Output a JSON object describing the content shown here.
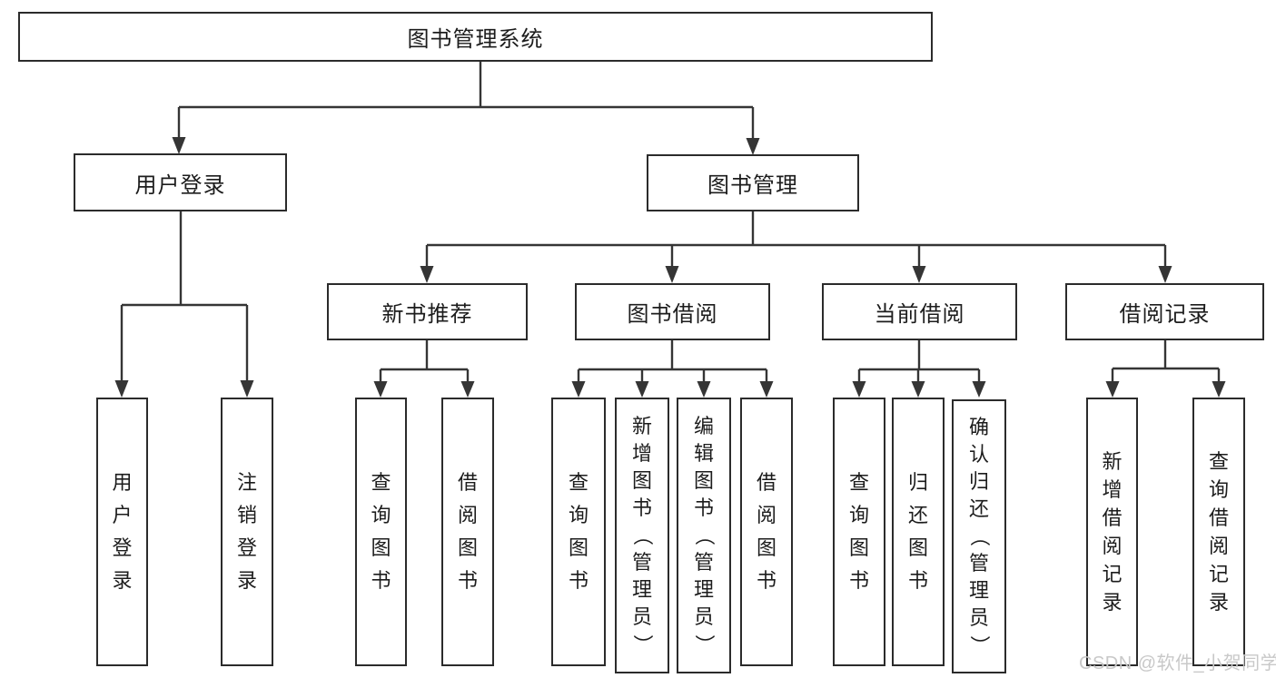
{
  "diagram_title": "图书管理系统",
  "nodes": {
    "root": "图书管理系统",
    "user_login": "用户登录",
    "book_mgmt": "图书管理",
    "new_book_rec": "新书推荐",
    "book_borrow": "图书借阅",
    "current_borrow": "当前借阅",
    "borrow_record": "借阅记录"
  },
  "leaves": {
    "user_login": "用户登录",
    "logout": "注销登录",
    "rec_query_book": "查询图书",
    "rec_borrow_book": "借阅图书",
    "bb_query_book": "查询图书",
    "bb_add_book": "新增图书（管理员）",
    "bb_edit_book": "编辑图书（管理员）",
    "bb_borrow_book": "借阅图书",
    "cb_query_book": "查询图书",
    "cb_return_book": "归还图书",
    "cb_confirm_return": "确认归还（管理员）",
    "br_add_record": "新增借阅记录",
    "br_query_record": "查询借阅记录"
  },
  "hierarchy": {
    "图书管理系统": {
      "用户登录": [
        "用户登录",
        "注销登录"
      ],
      "图书管理": {
        "新书推荐": [
          "查询图书",
          "借阅图书"
        ],
        "图书借阅": [
          "查询图书",
          "新增图书（管理员）",
          "编辑图书（管理员）",
          "借阅图书"
        ],
        "当前借阅": [
          "查询图书",
          "归还图书",
          "确认归还（管理员）"
        ],
        "借阅记录": [
          "新增借阅记录",
          "查询借阅记录"
        ]
      }
    }
  },
  "watermark": "CSDN @软件_小贺同学",
  "colors": {
    "background": "#ffffff",
    "line": "#353535",
    "box_border": "#2b2b2b",
    "text": "#1c1c1c",
    "watermark": "#c8c8c8"
  }
}
